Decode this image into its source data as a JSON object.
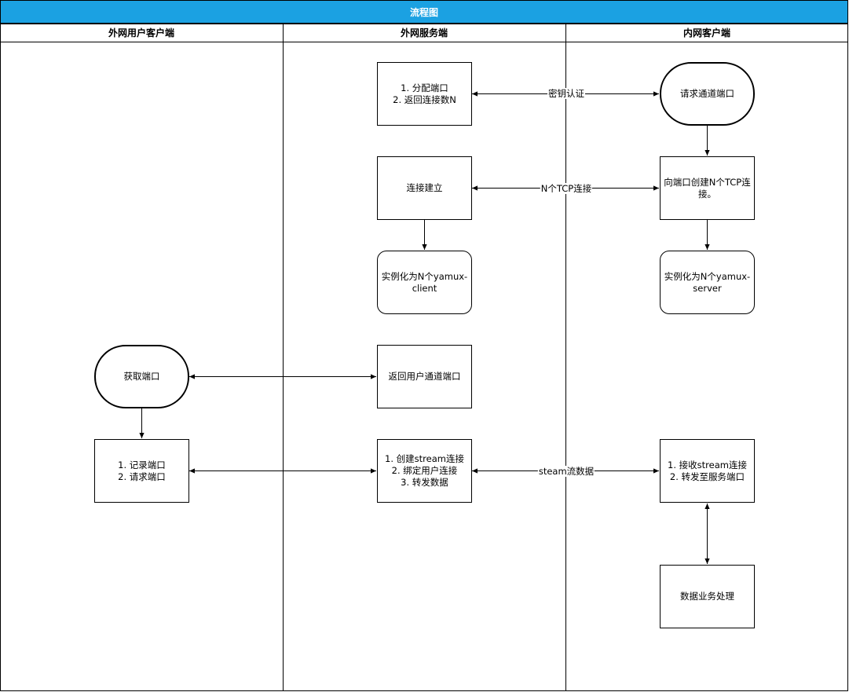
{
  "title": "流程图",
  "lanes": [
    "外网用户客户端",
    "外网服务端",
    "内网客户端"
  ],
  "nodes": {
    "alloc_port": "1. 分配端口\n2. 返回连接数N",
    "request_tunnel_port": "请求通道端口",
    "conn_established": "连接建立",
    "create_tcp": "向端口创建N个TCP连接。",
    "yamux_client": "实例化为N个yamux-client",
    "yamux_server": "实例化为N个yamux-server",
    "get_port": "获取端口",
    "return_user_port": "返回用户通道端口",
    "record_port": "1. 记录端口\n2. 请求端口",
    "create_stream": "1. 创建stream连接\n2. 绑定用户连接\n3. 转发数据",
    "accept_stream": "1. 接收stream连接\n2. 转发至服务端口",
    "data_processing": "数据业务处理"
  },
  "edge_labels": {
    "auth": "密钥认证",
    "tcp": "N个TCP连接",
    "stream": "steam流数据"
  }
}
